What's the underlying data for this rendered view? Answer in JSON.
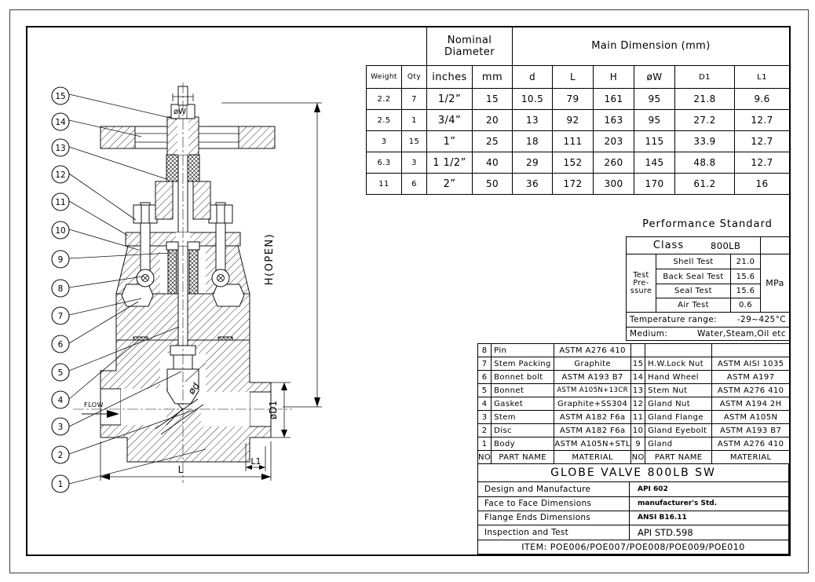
{
  "drawing": {
    "labels": {
      "ow": "øW",
      "h_open": "H(OPEN)",
      "od": "ød",
      "od1": "øD1",
      "l": "L",
      "l1": "L1",
      "flow": "FLOW"
    },
    "balloons": [
      "15",
      "14",
      "13",
      "12",
      "11",
      "10",
      "9",
      "8",
      "7",
      "6",
      "5",
      "4",
      "3",
      "2",
      "1"
    ]
  },
  "dim_table": {
    "header_nominal_1": "Nominal",
    "header_nominal_2": "Diameter",
    "header_main": "Main Dimension (mm)",
    "columns": [
      "Weight",
      "Qty",
      "inches",
      "mm",
      "d",
      "L",
      "H",
      "øW",
      "D1",
      "L1"
    ],
    "rows": [
      [
        "2.2",
        "7",
        "1/2”",
        "15",
        "10.5",
        "79",
        "161",
        "95",
        "21.8",
        "9.6"
      ],
      [
        "2.5",
        "1",
        "3/4”",
        "20",
        "13",
        "92",
        "163",
        "95",
        "27.2",
        "12.7"
      ],
      [
        "3",
        "15",
        "1”",
        "25",
        "18",
        "111",
        "203",
        "115",
        "33.9",
        "12.7"
      ],
      [
        "6.3",
        "3",
        "1 1/2”",
        "40",
        "29",
        "152",
        "260",
        "145",
        "48.8",
        "12.7"
      ],
      [
        "11",
        "6",
        "2”",
        "50",
        "36",
        "172",
        "300",
        "170",
        "61.2",
        "16"
      ]
    ]
  },
  "performance": {
    "title": "Performance Standard",
    "class_label": "Class",
    "class_value": "800LB",
    "pressure_label_1": "Test",
    "pressure_label_2": "Pre-",
    "pressure_label_3": "ssure",
    "tests": [
      {
        "name": "Shell Test",
        "value": "21.0"
      },
      {
        "name": "Back Seal Test",
        "value": "15.6"
      },
      {
        "name": "Seal Test",
        "value": "15.6"
      },
      {
        "name": "Air Test",
        "value": "0.6"
      }
    ],
    "unit": "MPa",
    "temperature_label": "Temperature range:",
    "temperature_value": "-29~425°C",
    "medium_label": "Medium:",
    "medium_value": "Water,Steam,Oil etc"
  },
  "parts_left": {
    "rows": [
      [
        "8",
        "Pin",
        "ASTM A276 410"
      ],
      [
        "7",
        "Stem Packing",
        "Graphite"
      ],
      [
        "6",
        "Bonnet bolt",
        "ASTM A193 B7"
      ],
      [
        "5",
        "Bonnet",
        "ASTM A105N+13CR"
      ],
      [
        "4",
        "Gasket",
        "Graphite+SS304"
      ],
      [
        "3",
        "Stem",
        "ASTM A182 F6a"
      ],
      [
        "2",
        "Disc",
        "ASTM A182 F6a"
      ],
      [
        "1",
        "Body",
        "ASTM A105N+STL"
      ]
    ],
    "header": [
      "NO",
      "PART NAME",
      "MATERIAL"
    ]
  },
  "parts_right": {
    "rows": [
      [
        "15",
        "H.W.Lock Nut",
        "ASTM AISI 1035"
      ],
      [
        "14",
        "Hand Wheel",
        "ASTM A197"
      ],
      [
        "13",
        "Stem Nut",
        "ASTM A276 410"
      ],
      [
        "12",
        "Gland Nut",
        "ASTM A194 2H"
      ],
      [
        "11",
        "Gland Flange",
        "ASTM A105N"
      ],
      [
        "10",
        "Gland Eyebolt",
        "ASTM A193 B7"
      ],
      [
        "9",
        "Gland",
        "ASTM A276 410"
      ]
    ],
    "header": [
      "NO",
      "PART NAME",
      "MATERIAL"
    ]
  },
  "title_block": {
    "title": "GLOBE VALVE 800LB SW",
    "rows": [
      {
        "label": "Design and Manufacture",
        "value": "API 602"
      },
      {
        "label": "Face to Face Dimensions",
        "value": "manufacturer's Std."
      },
      {
        "label": "Flange Ends Dimensions",
        "value": "ANSI B16.11"
      },
      {
        "label": "Inspection and Test",
        "value": "API STD.598"
      }
    ],
    "item": "ITEM: POE006/POE007/POE008/POE009/POE010"
  }
}
